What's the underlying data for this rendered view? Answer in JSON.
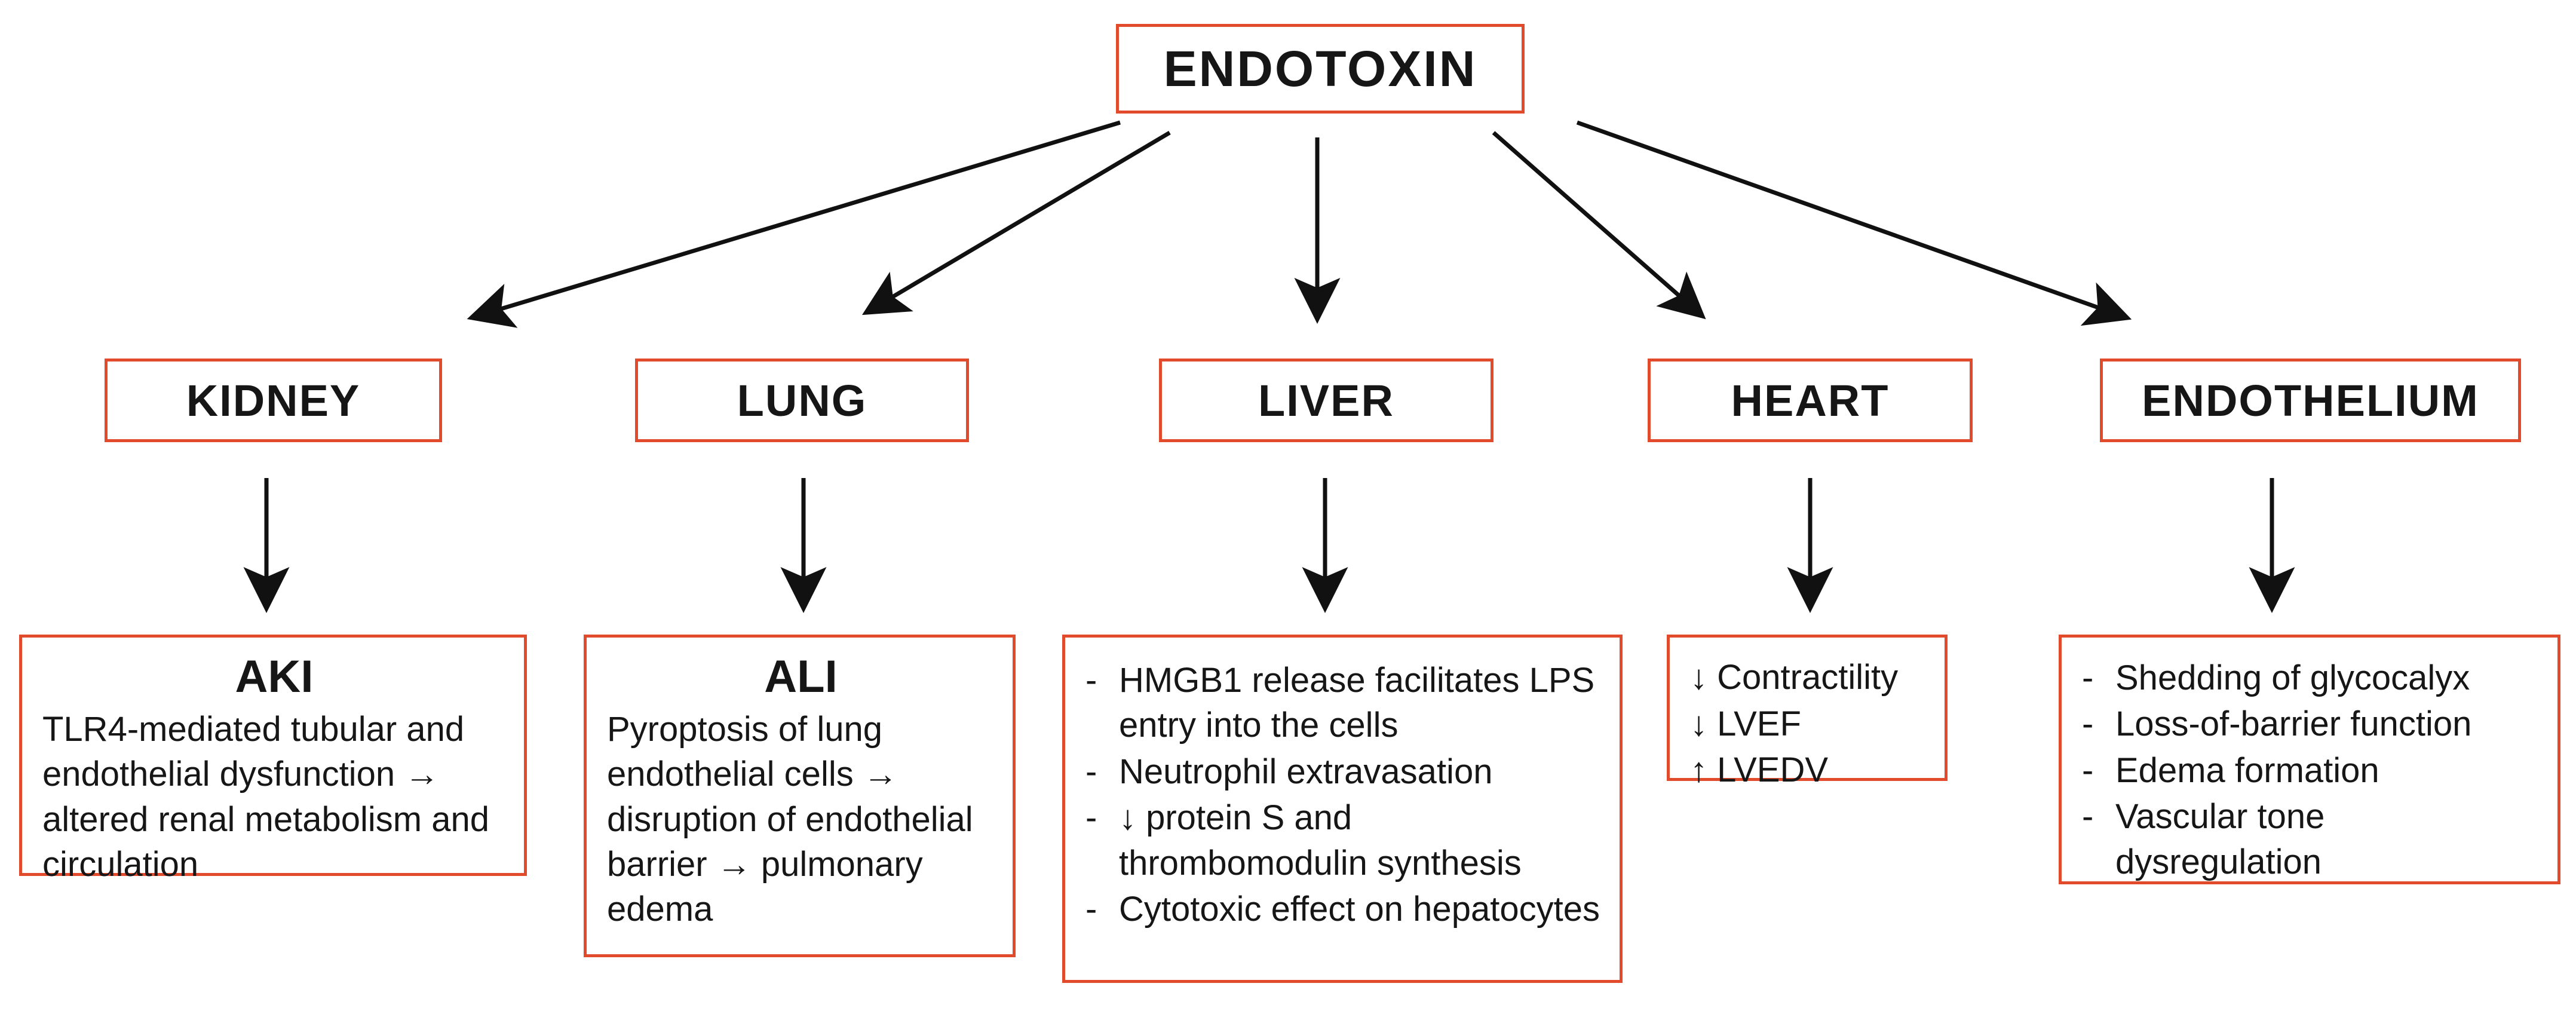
{
  "diagram": {
    "root": {
      "label": "ENDOTOXIN"
    },
    "branches": [
      {
        "organ": "KIDNEY",
        "detail": {
          "title": "AKI",
          "paragraph": "TLR4-mediated tubular and endothelial dysfunction → altered renal metabolism and circulation"
        }
      },
      {
        "organ": "LUNG",
        "detail": {
          "title": "ALI",
          "paragraph": "Pyroptosis of lung endothelial cells → disruption of endothelial barrier → pulmonary edema"
        }
      },
      {
        "organ": "LIVER",
        "detail": {
          "bullet_marker": "-",
          "bullets": [
            "HMGB1 release facilitates LPS entry into the cells",
            "Neutrophil extravasation",
            "↓ protein S and thrombomodulin synthesis",
            "Cytotoxic effect on hepatocytes"
          ]
        }
      },
      {
        "organ": "HEART",
        "detail": {
          "lines": [
            "↓ Contractility",
            "↓ LVEF",
            "↑ LVEDV"
          ]
        }
      },
      {
        "organ": "ENDOTHELIUM",
        "detail": {
          "bullet_marker": "-",
          "bullets": [
            "Shedding of glycocalyx",
            "Loss-of-barrier function",
            "Edema formation",
            "Vascular tone dysregulation"
          ]
        }
      }
    ],
    "colors": {
      "box_border": "#E14A2B",
      "text": "#161616",
      "arrow": "#111111",
      "background": "#FFFFFF"
    }
  }
}
